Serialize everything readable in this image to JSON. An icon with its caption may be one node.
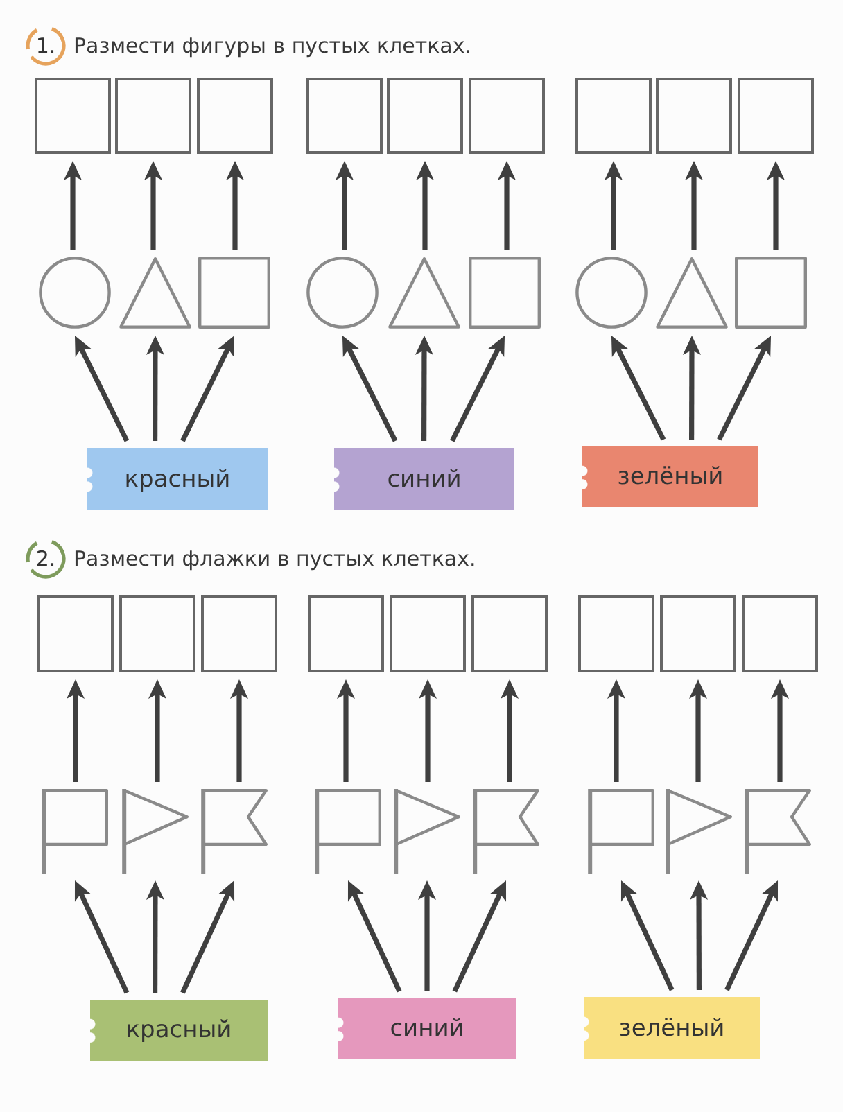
{
  "diagram": {
    "nodes": [
      {
        "text": [],
        "shape": "box"
      },
      {
        "text": [],
        "shape": "box"
      },
      {
        "text": [],
        "shape": "box"
      },
      {
        "text": [],
        "shape": "box"
      },
      {
        "text": [],
        "shape": "box"
      },
      {
        "text": [],
        "shape": "box"
      },
      {
        "text": [],
        "shape": "box"
      },
      {
        "text": [],
        "shape": "box"
      },
      {
        "text": [],
        "shape": "box"
      },
      {
        "text": [],
        "shape": "circle"
      },
      {
        "text": [],
        "shape": "triangle"
      },
      {
        "text": [],
        "shape": "square"
      },
      {
        "text": [],
        "shape": "circle"
      },
      {
        "text": [],
        "shape": "triangle"
      },
      {
        "text": [],
        "shape": "square"
      },
      {
        "text": [],
        "shape": "circle"
      },
      {
        "text": [],
        "shape": "triangle"
      },
      {
        "text": [],
        "shape": "square"
      },
      {
        "text": [
          "красный"
        ]
      },
      {
        "text": [
          "синий"
        ]
      },
      {
        "text": [
          "зелёный"
        ]
      },
      {
        "text": [],
        "shape": "box"
      },
      {
        "text": [],
        "shape": "box"
      },
      {
        "text": [],
        "shape": "box"
      },
      {
        "text": [],
        "shape": "box"
      },
      {
        "text": [],
        "shape": "box"
      },
      {
        "text": [],
        "shape": "box"
      },
      {
        "text": [],
        "shape": "box"
      },
      {
        "text": [],
        "shape": "box"
      },
      {
        "text": [],
        "shape": "box"
      },
      {
        "text": [],
        "shape": "flag"
      },
      {
        "text": [],
        "shape": "pennant"
      },
      {
        "text": [],
        "shape": "swallowtail"
      },
      {
        "text": [],
        "shape": "flag"
      },
      {
        "text": [],
        "shape": "pennant"
      },
      {
        "text": [],
        "shape": "swallowtail"
      },
      {
        "text": [],
        "shape": "flag"
      },
      {
        "text": [],
        "shape": "pennant"
      },
      {
        "text": [],
        "shape": "swallowtail"
      },
      {
        "text": [
          "красный"
        ]
      },
      {
        "text": [
          "синий"
        ]
      },
      {
        "text": [
          "зелёный"
        ]
      }
    ],
    "edges": [
      {
        "from": 9,
        "to": 0,
        "arrow": "to"
      },
      {
        "from": 10,
        "to": 1,
        "arrow": "to"
      },
      {
        "from": 11,
        "to": 2,
        "arrow": "to"
      },
      {
        "from": 12,
        "to": 3,
        "arrow": "to"
      },
      {
        "from": 13,
        "to": 4,
        "arrow": "to"
      },
      {
        "from": 14,
        "to": 5,
        "arrow": "to"
      },
      {
        "from": 15,
        "to": 6,
        "arrow": "to"
      },
      {
        "from": 16,
        "to": 7,
        "arrow": "to"
      },
      {
        "from": 17,
        "to": 8,
        "arrow": "to"
      },
      {
        "from": 18,
        "to": 9,
        "arrow": "to"
      },
      {
        "from": 18,
        "to": 10,
        "arrow": "to"
      },
      {
        "from": 18,
        "to": 11,
        "arrow": "to"
      },
      {
        "from": 19,
        "to": 12,
        "arrow": "to"
      },
      {
        "from": 19,
        "to": 13,
        "arrow": "to"
      },
      {
        "from": 19,
        "to": 14,
        "arrow": "to"
      },
      {
        "from": 20,
        "to": 15,
        "arrow": "to"
      },
      {
        "from": 20,
        "to": 16,
        "arrow": "to"
      },
      {
        "from": 20,
        "to": 17,
        "arrow": "to"
      },
      {
        "from": 30,
        "to": 21,
        "arrow": "to"
      },
      {
        "from": 31,
        "to": 22,
        "arrow": "to"
      },
      {
        "from": 32,
        "to": 23,
        "arrow": "to"
      },
      {
        "from": 33,
        "to": 24,
        "arrow": "to"
      },
      {
        "from": 34,
        "to": 25,
        "arrow": "to"
      },
      {
        "from": 35,
        "to": 26,
        "arrow": "to"
      },
      {
        "from": 36,
        "to": 27,
        "arrow": "to"
      },
      {
        "from": 37,
        "to": 28,
        "arrow": "to"
      },
      {
        "from": 38,
        "to": 29,
        "arrow": "to"
      },
      {
        "from": 39,
        "to": 30,
        "arrow": "to"
      },
      {
        "from": 39,
        "to": 31,
        "arrow": "to"
      },
      {
        "from": 39,
        "to": 32,
        "arrow": "to"
      },
      {
        "from": 40,
        "to": 33,
        "arrow": "to"
      },
      {
        "from": 40,
        "to": 34,
        "arrow": "to"
      },
      {
        "from": 40,
        "to": 35,
        "arrow": "to"
      },
      {
        "from": 41,
        "to": 36,
        "arrow": "to"
      },
      {
        "from": 41,
        "to": 37,
        "arrow": "to"
      },
      {
        "from": 41,
        "to": 38,
        "arrow": "to"
      }
    ],
    "labels": [
      "1.",
      "Размести фигуры в пустых клетках.",
      "2.",
      "Размести флажки в пустых клетках."
    ]
  }
}
